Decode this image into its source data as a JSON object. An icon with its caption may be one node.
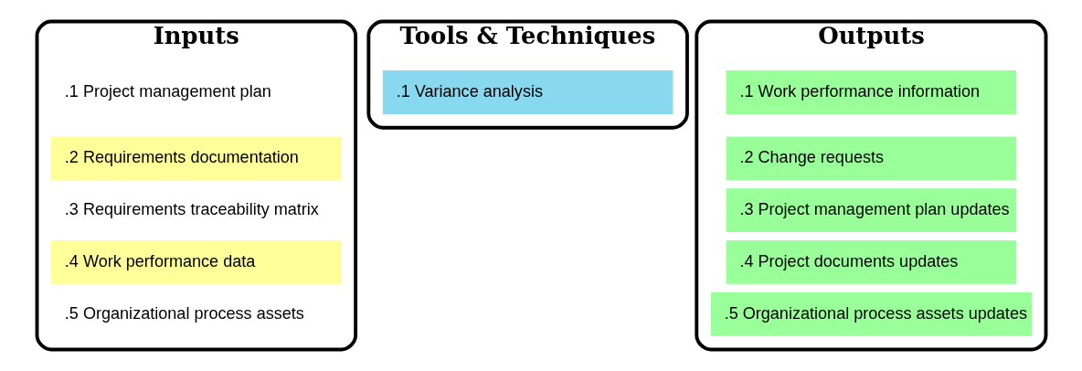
{
  "diagram": {
    "nodes": [
      {
        "text": [
          "Inputs"
        ]
      },
      {
        "text": [
          ".1 Project management plan"
        ],
        "in": 0
      },
      {
        "text": [
          ".2 Requirements documentation"
        ],
        "in": 0
      },
      {
        "text": [
          ".3 Requirements traceability matrix"
        ],
        "in": 0
      },
      {
        "text": [
          ".4 Work performance data"
        ],
        "in": 0
      },
      {
        "text": [
          ".5 Organizational process assets"
        ],
        "in": 0
      },
      {
        "text": [
          "Tools & Techniques"
        ]
      },
      {
        "text": [
          ".1 Variance analysis"
        ],
        "in": 6
      },
      {
        "text": [
          "Outputs"
        ]
      },
      {
        "text": [
          ".1 Work performance information"
        ],
        "in": 8
      },
      {
        "text": [
          ".2 Change requests"
        ],
        "in": 8
      },
      {
        "text": [
          ".3 Project management plan updates"
        ],
        "in": 8
      },
      {
        "text": [
          ".4 Project documents updates"
        ],
        "in": 8
      },
      {
        "text": [
          ".5 Organizational process assets updates"
        ],
        "in": 8
      }
    ],
    "edges": []
  }
}
